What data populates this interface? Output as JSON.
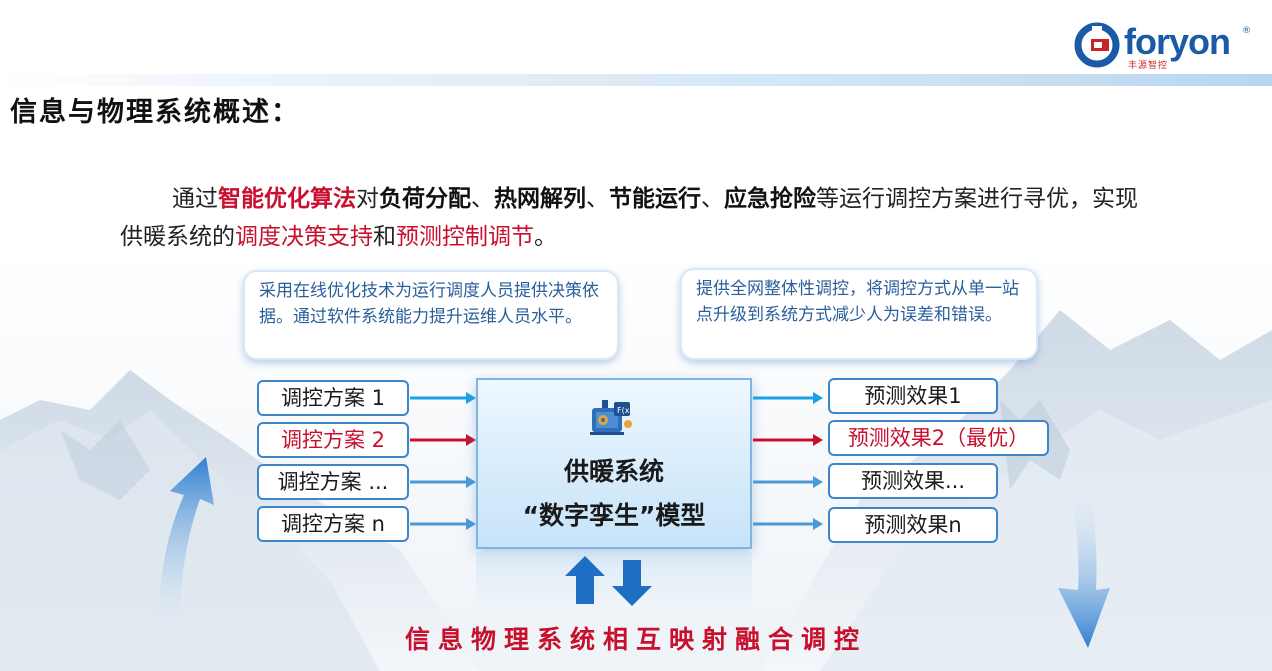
{
  "brand": {
    "name": "foryon",
    "reg_mark": "®",
    "subtitle": "丰源智控"
  },
  "page": {
    "title": "信息与物理系统概述："
  },
  "intro": {
    "p1": "通过",
    "k1": "智能优化算法",
    "p2": "对",
    "k2": "负荷分配",
    "p3": "、",
    "k3": "热网解列",
    "p4": "、",
    "k4": "节能运行",
    "p5": "、",
    "k5": "应急抢险",
    "p6": "等运行调控方案进行寻优，实现供暖系统的",
    "k6": "调度决策支持",
    "p7": "和",
    "k7": "预测控制调节",
    "p8": "。"
  },
  "callouts": {
    "left": "采用在线优化技术为运行调度人员提供决策依据。通过软件系统能力提升运维人员水平。",
    "right": "提供全网整体性调控，将调控方式从单一站点升级到系统方式减少人为误差和错误。"
  },
  "schemes": [
    {
      "label": "调控方案 1",
      "highlight": false
    },
    {
      "label": "调控方案 2",
      "highlight": true
    },
    {
      "label": "调控方案 ...",
      "highlight": false
    },
    {
      "label": "调控方案 n",
      "highlight": false
    }
  ],
  "model": {
    "line1": "供暖系统",
    "line2": "“数字孪生”模型",
    "icon": "digital-twin-machine-icon"
  },
  "results": [
    {
      "label": "预测效果1",
      "highlight": false
    },
    {
      "label": "预测效果2（最优）",
      "highlight": true
    },
    {
      "label": "预测效果...",
      "highlight": false
    },
    {
      "label": "预测效果n",
      "highlight": false
    }
  ],
  "footer": {
    "text": "信息物理系统相互映射融合调控"
  },
  "colors": {
    "accent_red": "#c8102e",
    "accent_blue": "#3e86c9",
    "arrow_cyan": "#1aa0e6",
    "arrow_red": "#c8102e"
  }
}
